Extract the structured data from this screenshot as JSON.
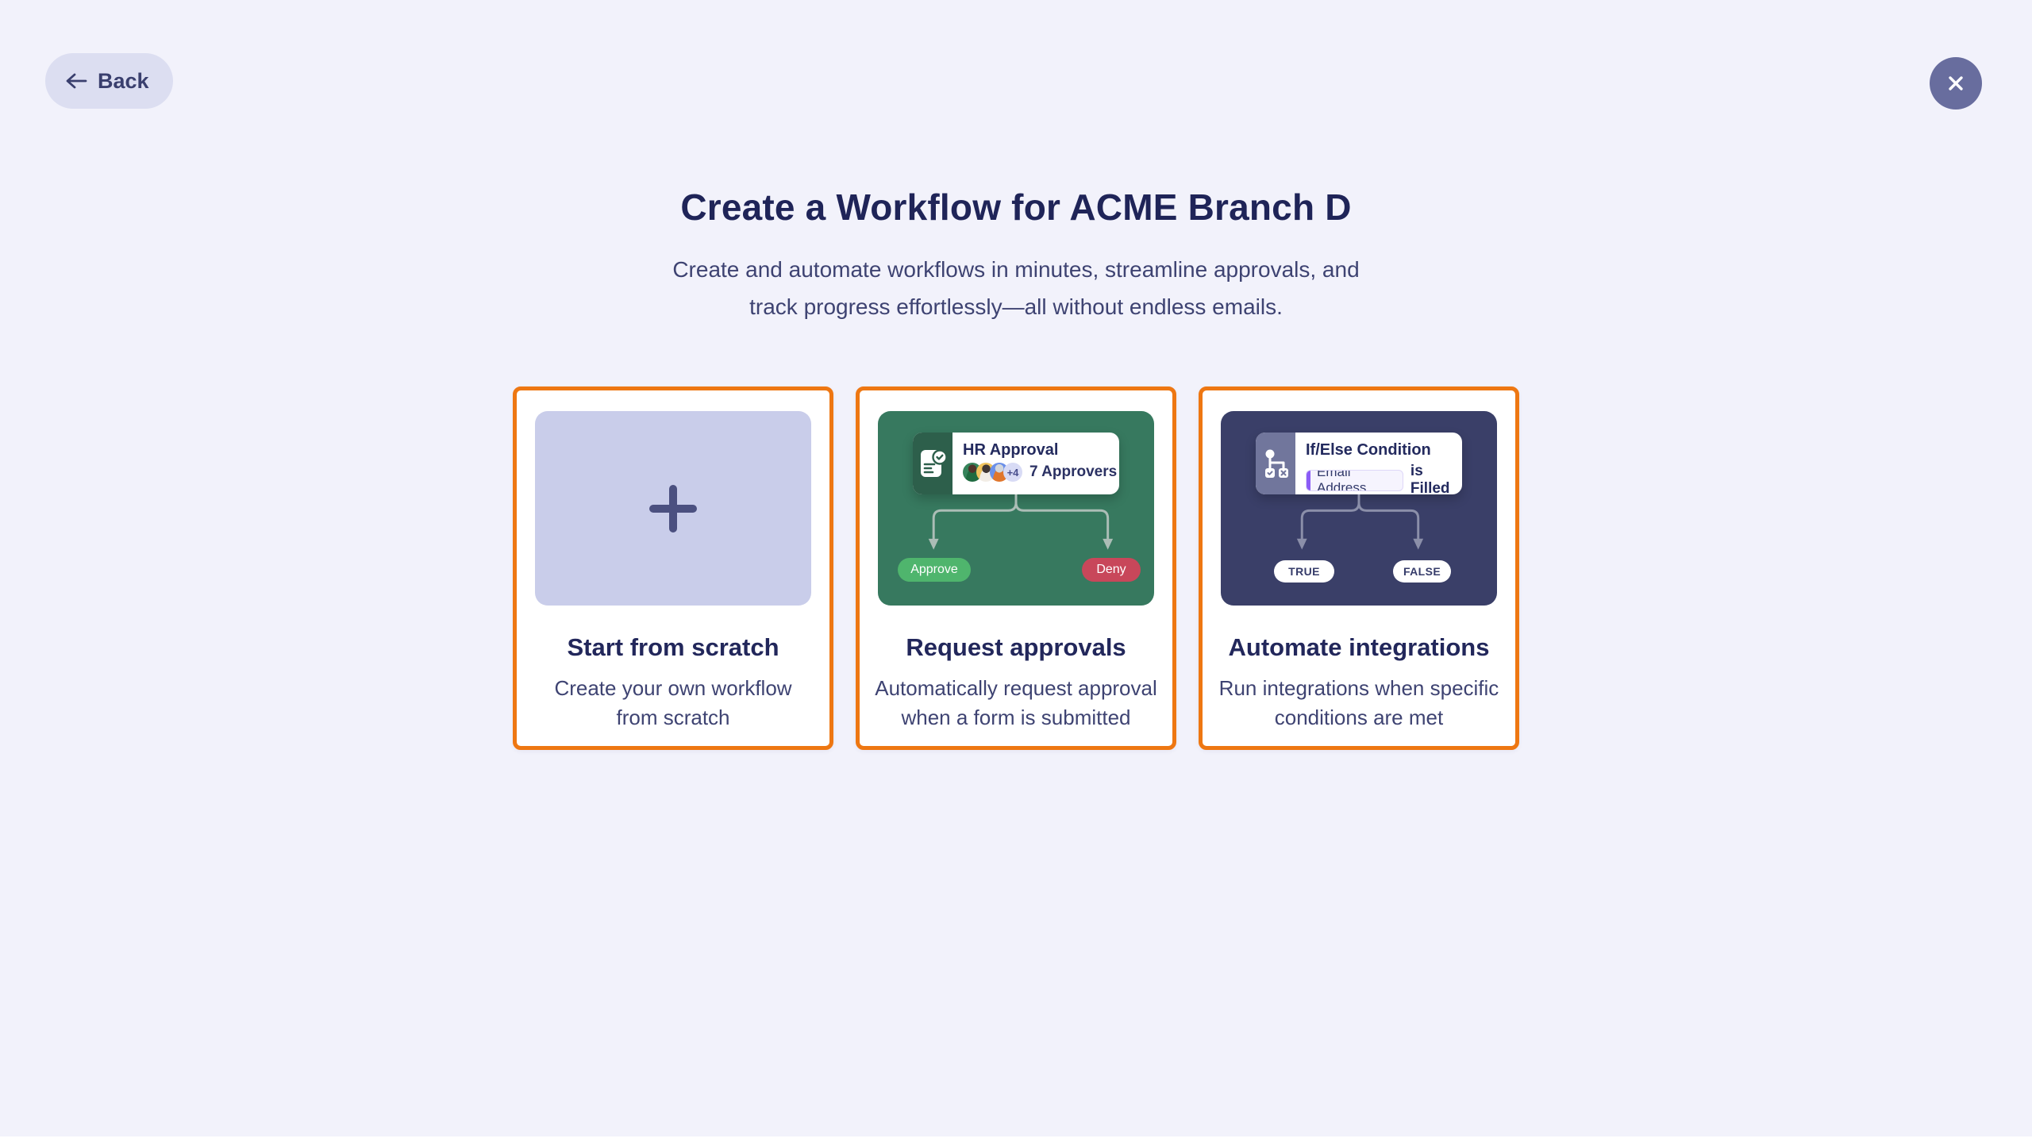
{
  "window": {
    "background_color": "#f2f2fb",
    "accent_border_color": "#ee7712"
  },
  "header": {
    "back_label": "Back"
  },
  "hero": {
    "title": "Create a Workflow for ACME Branch D",
    "subtitle_line1": "Create and automate workflows in minutes, streamline approvals, and",
    "subtitle_line2": "track progress effortlessly—all without endless emails."
  },
  "cards": [
    {
      "title": "Start from scratch",
      "desc_line1": "Create your own workflow",
      "desc_line2": "from scratch"
    },
    {
      "title": "Request approvals",
      "desc_line1": "Automatically request approval",
      "desc_line2": "when a form is submitted",
      "preview": {
        "node_title": "HR Approval",
        "extra_count": "+4",
        "approvers_label": "7 Approvers",
        "approve_label": "Approve",
        "deny_label": "Deny",
        "panel_color": "#37795f",
        "approve_color": "#4fb56d",
        "deny_color": "#c8475a"
      }
    },
    {
      "title": "Automate integrations",
      "desc_line1": "Run integrations when specific",
      "desc_line2": "conditions are met",
      "preview": {
        "node_title": "If/Else Condition",
        "field_label": "Email Address",
        "condition_label": "is Filled",
        "true_label": "TRUE",
        "false_label": "FALSE",
        "panel_color": "#3a3f68",
        "field_accent_color": "#8b5cf6"
      }
    }
  ]
}
